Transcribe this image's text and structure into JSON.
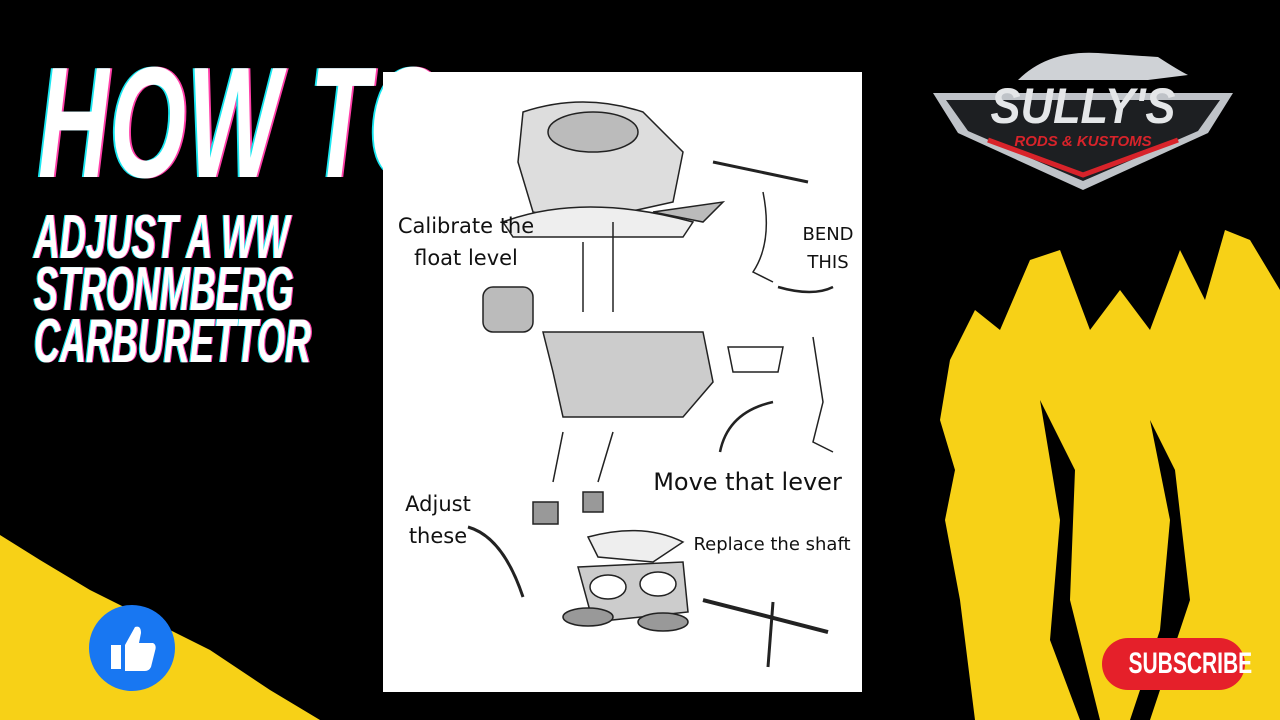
{
  "title": {
    "line1": "HOW TO",
    "line2": "ADJUST A WW",
    "line3": "STRONMBERG",
    "line4": "CARBURETTOR"
  },
  "logo": {
    "name": "SULLY'S",
    "tagline": "RODS & KUSTOMS"
  },
  "diagram": {
    "annotations": {
      "calibrate_1": "Calibrate the",
      "calibrate_2": "float level",
      "bend_1": "BEND",
      "bend_2": "THIS",
      "move_lever": "Move that lever",
      "adjust_1": "Adjust",
      "adjust_2": "these",
      "replace_shaft": "Replace the shaft"
    }
  },
  "subscribe_label": "SUBSCRIBE",
  "colors": {
    "accent_yellow": "#f7d117",
    "subscribe_red": "#e5202a",
    "like_blue": "#1877f2",
    "glitch_cyan": "#19e6f0",
    "glitch_pink": "#ff3fa8"
  },
  "icons": {
    "like": "thumbs-up-icon"
  }
}
